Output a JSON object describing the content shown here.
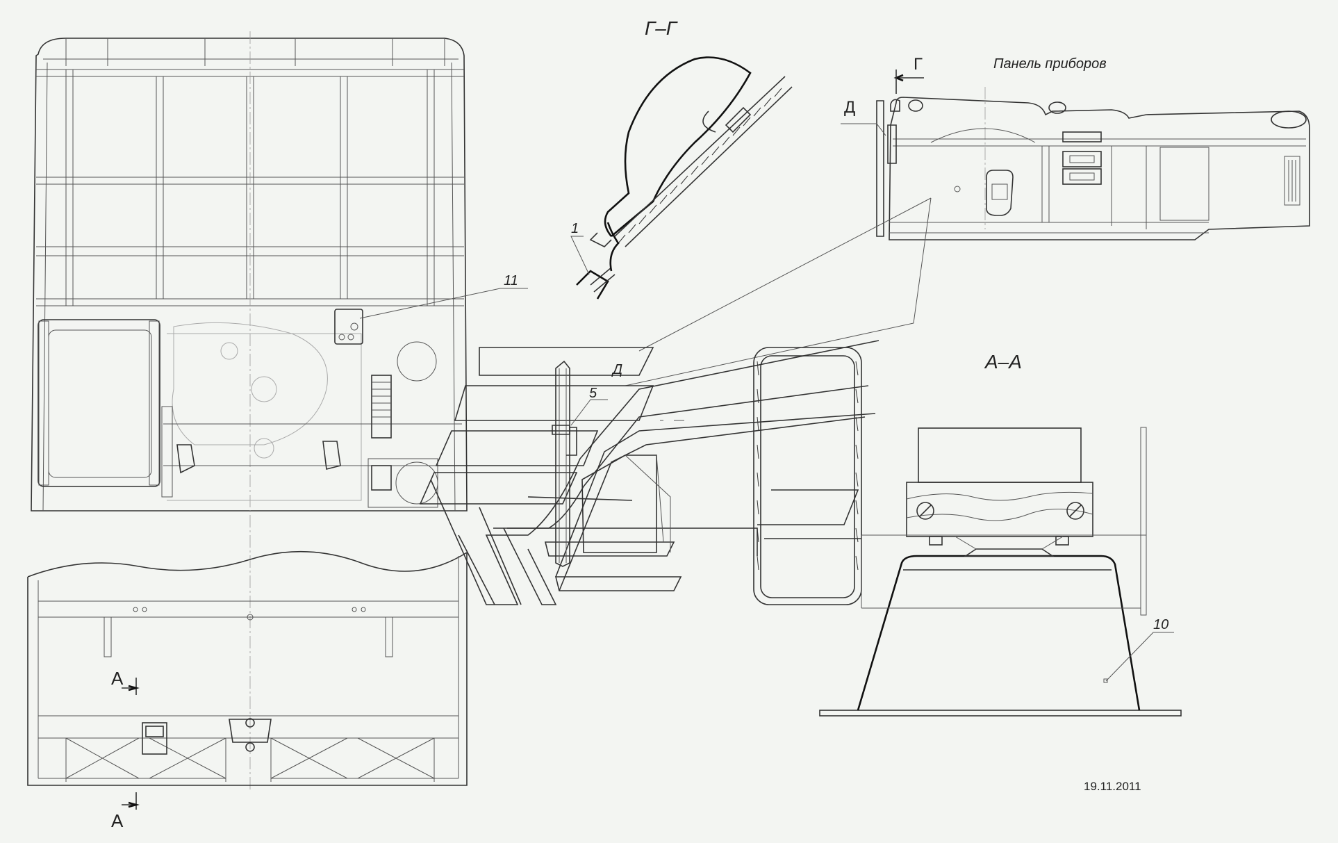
{
  "labels": {
    "section_gg": "Г–Г",
    "section_aa": "А–А",
    "panel": "Панель приборов",
    "arrow_g": "Г",
    "view_d_top": "Д",
    "view_d_mid": "Д",
    "section_a_top": "А",
    "section_a_bottom": "А"
  },
  "callouts": {
    "c1": "1",
    "c5": "5",
    "c10": "10",
    "c11": "11"
  },
  "date": "19.11.2011",
  "colors": {
    "background": "#f3f5f2",
    "line": "#222222"
  }
}
